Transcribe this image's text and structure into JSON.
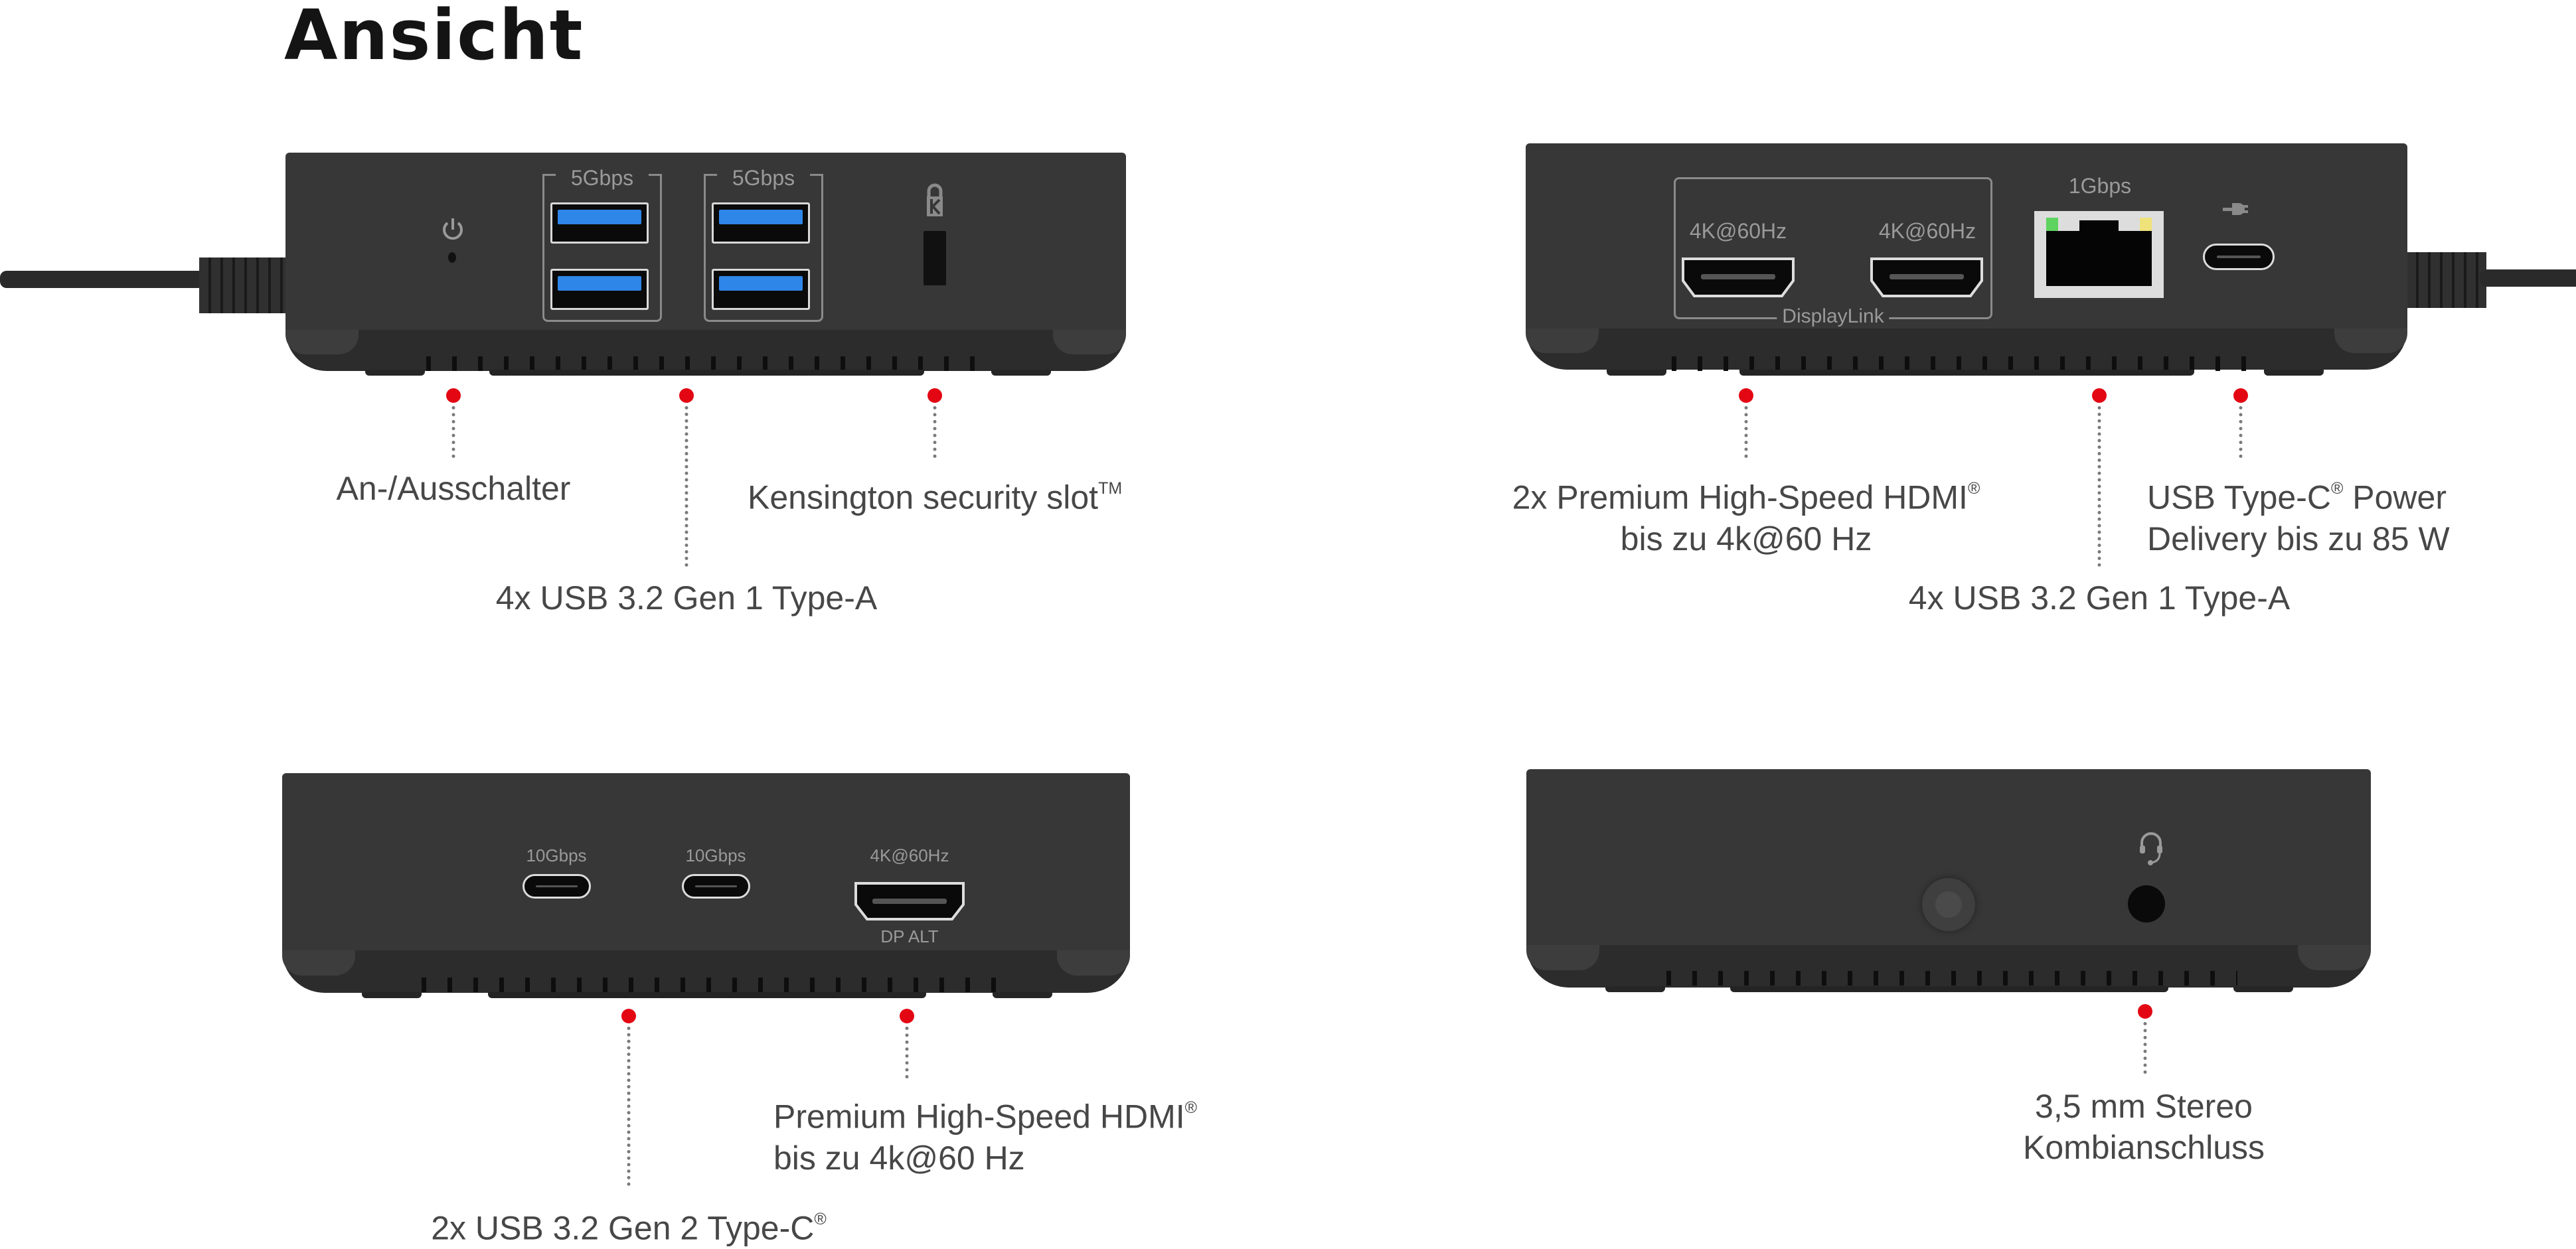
{
  "title": "Ansicht",
  "colors": {
    "callout_dot": "#e30613",
    "usb_tongue": "#2e86e8",
    "body": "#373737",
    "led_green": "#5fd35f",
    "led_yellow": "#f0e27a"
  },
  "front": {
    "usb_group_1_label": "5Gbps",
    "usb_group_2_label": "5Gbps",
    "icons": [
      "power-icon",
      "kensington-lock-icon"
    ]
  },
  "back": {
    "hdmi_1_label": "4K@60Hz",
    "hdmi_2_label": "4K@60Hz",
    "displaylink_label": "DisplayLink",
    "ethernet_label": "1Gbps",
    "icons": [
      "power-plug-icon"
    ]
  },
  "side_left": {
    "usbc_1_label": "10Gbps",
    "usbc_2_label": "10Gbps",
    "hdmi_label": "4K@60Hz",
    "hdmi_sub_label": "DP ALT"
  },
  "side_right": {
    "icons": [
      "headset-icon"
    ]
  },
  "callouts": {
    "power_switch": "An-/Ausschalter",
    "kensington": "Kensington security slot",
    "kensington_tm": "TM",
    "usb_front": "4x USB 3.2 Gen 1 Type-A",
    "hdmi_back_line1": "2x Premium High-Speed HDMI",
    "hdmi_back_line2": "bis zu 4k@60 Hz",
    "pd_line1a": "USB Type-C",
    "pd_line1b": " Power",
    "pd_line2": "Delivery bis zu 85 W",
    "usb_back": "4x USB 3.2 Gen 1 Type-A",
    "hdmi_side_line1": "Premium High-Speed HDMI",
    "hdmi_side_line2": "bis zu 4k@60 Hz",
    "usbc_side": "2x USB 3.2 Gen 2 Type-C",
    "audio_line1": "3,5 mm Stereo",
    "audio_line2": "Kombianschluss",
    "registered": "®"
  }
}
